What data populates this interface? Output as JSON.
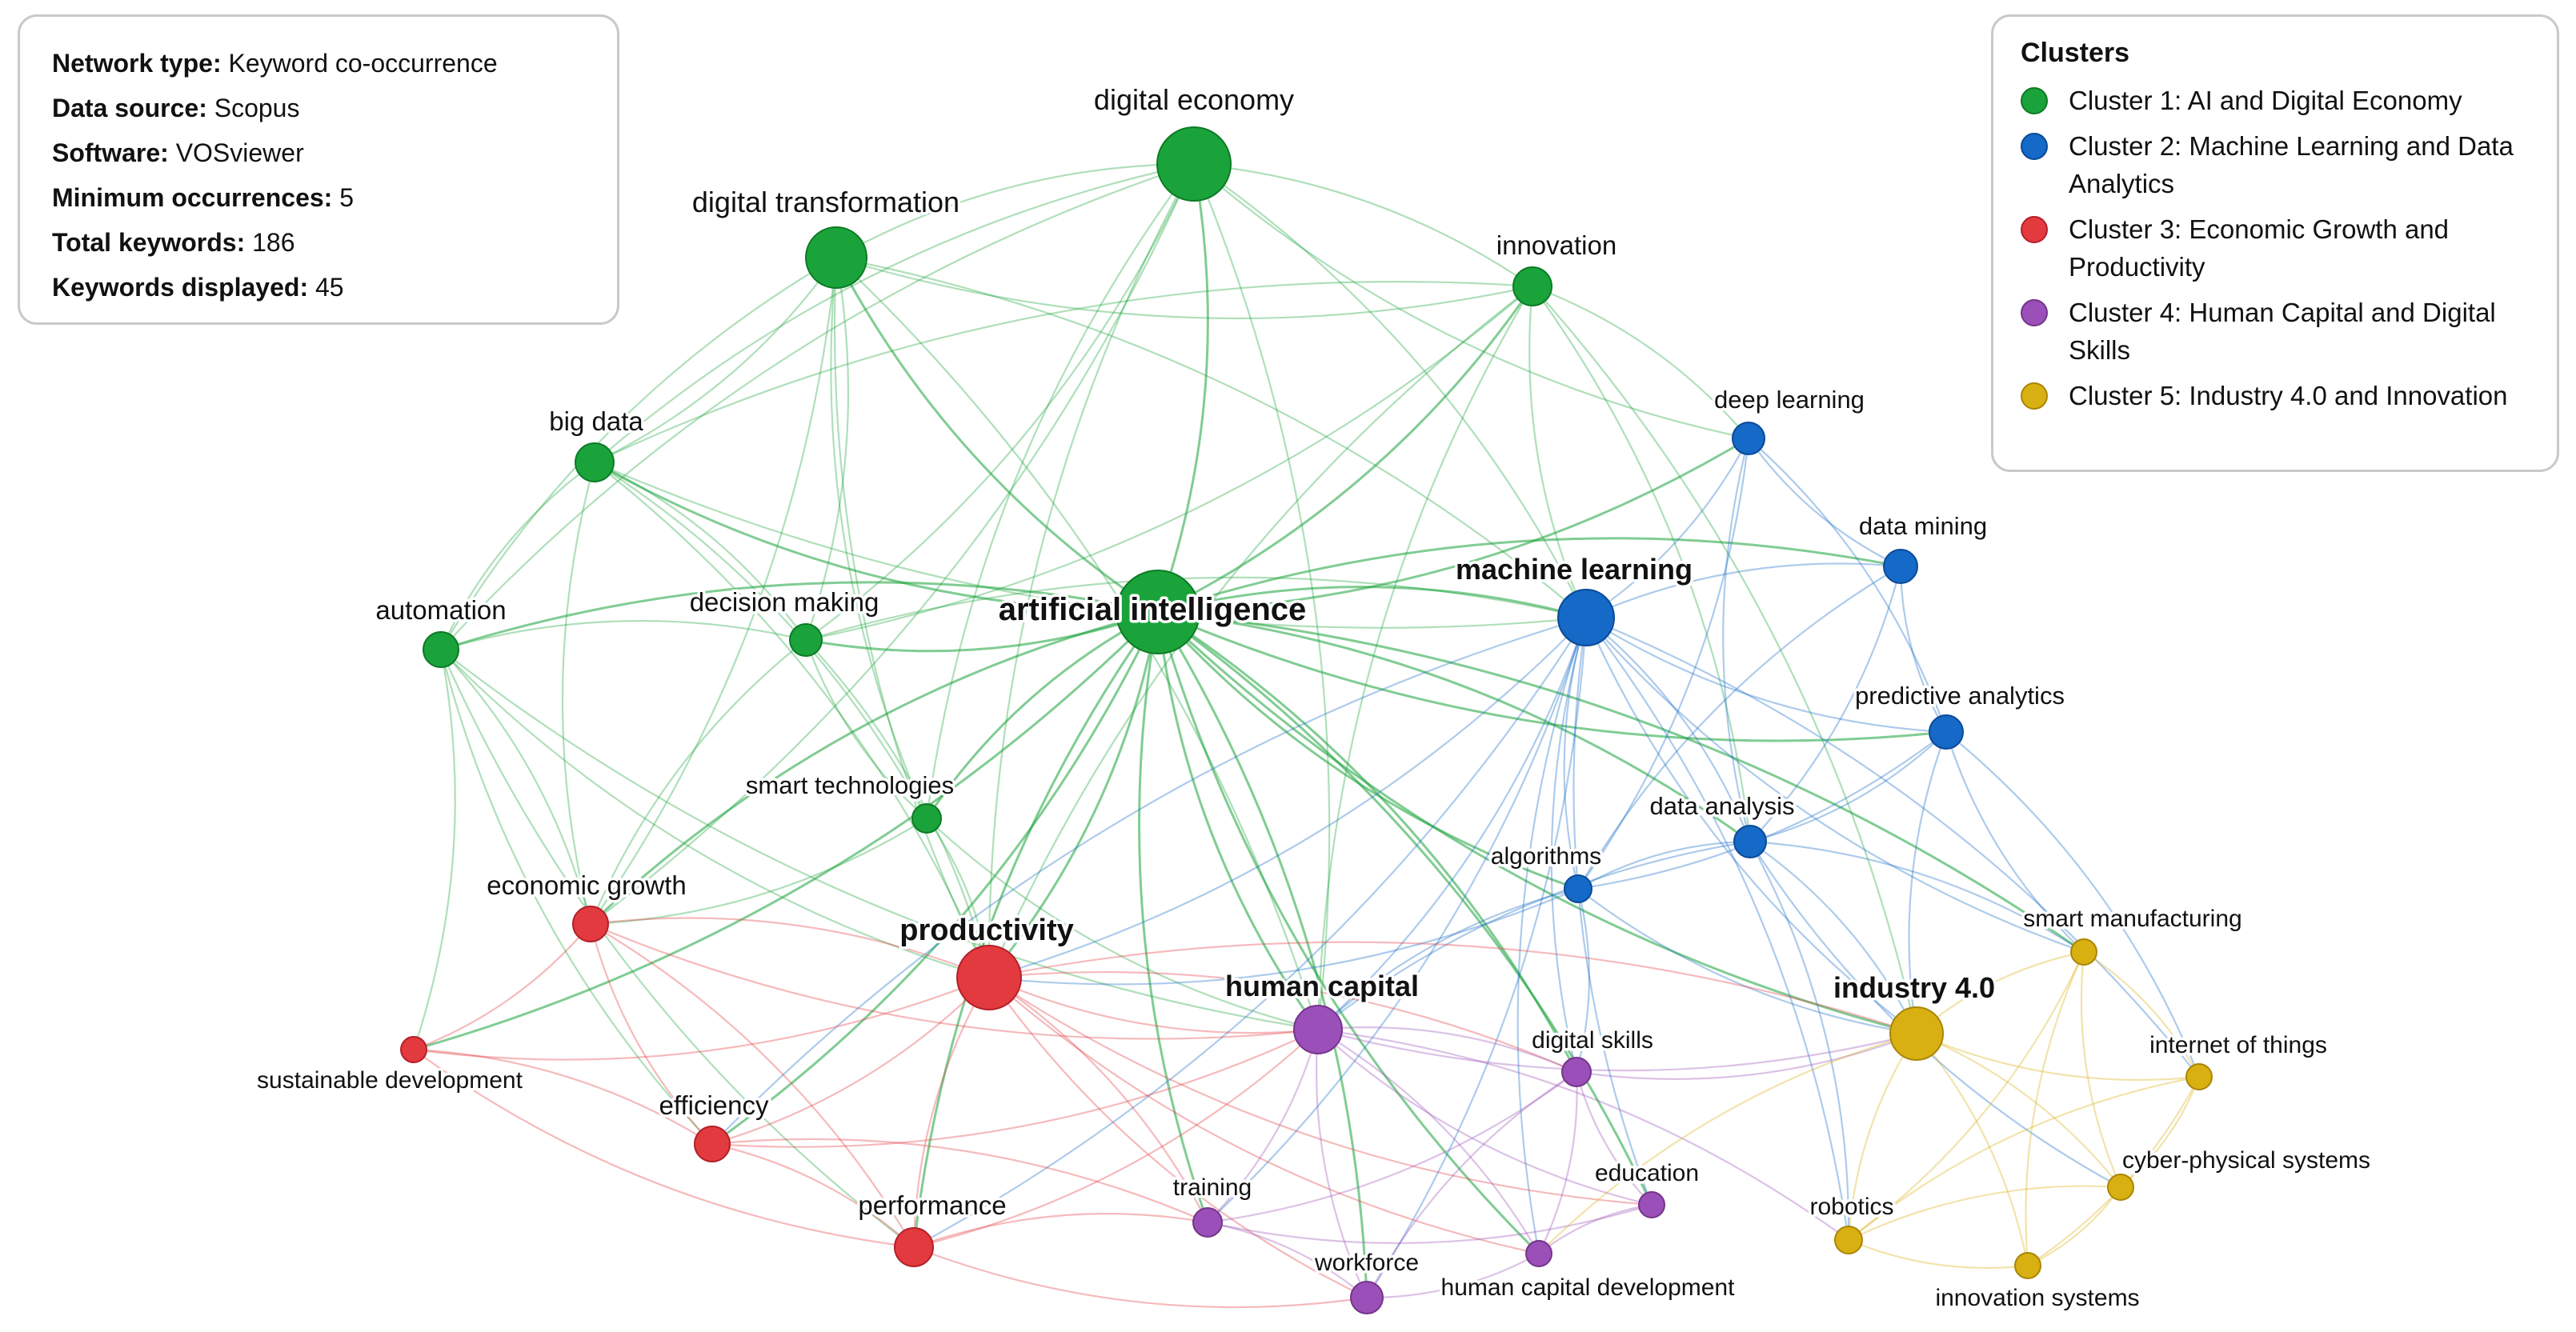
{
  "info": {
    "network_type_label": "Network type:",
    "network_type_value": "Keyword co-occurrence",
    "data_source_label": "Data source:",
    "data_source_value": "Scopus",
    "software_label": "Software:",
    "software_value": "VOSviewer",
    "min_occ_label": "Minimum occurrences:",
    "min_occ_value": "5",
    "total_keywords_label": "Total keywords:",
    "total_keywords_value": "186",
    "keywords_displayed_label": "Keywords displayed:",
    "keywords_displayed_value": "45"
  },
  "legend": {
    "title": "Clusters",
    "items": [
      {
        "text": "Cluster 1: AI and Digital Economy",
        "color": "#1aa33a",
        "edge": "#0d7a26"
      },
      {
        "text": "Cluster 2: Machine Learning and Data Analytics",
        "color": "#1569c7",
        "edge": "#0b4a96"
      },
      {
        "text": "Cluster 3: Economic Growth and Productivity",
        "color": "#e23a3e",
        "edge": "#b3202a"
      },
      {
        "text": "Cluster 4: Human Capital and Digital Skills",
        "color": "#9b4fb8",
        "edge": "#743589"
      },
      {
        "text": "Cluster 5: Industry 4.0 and Innovation",
        "color": "#d9b012",
        "edge": "#a88507"
      }
    ]
  },
  "network": {
    "nodes": [
      {
        "id": "ai",
        "label": "artificial intelligence",
        "cluster": 1,
        "bold": true
      },
      {
        "id": "de",
        "label": "digital economy",
        "cluster": 1
      },
      {
        "id": "dt",
        "label": "digital transformation",
        "cluster": 1
      },
      {
        "id": "inno",
        "label": "innovation",
        "cluster": 1
      },
      {
        "id": "bd",
        "label": "big data",
        "cluster": 1
      },
      {
        "id": "auto",
        "label": "automation",
        "cluster": 1
      },
      {
        "id": "dm",
        "label": "decision making",
        "cluster": 1
      },
      {
        "id": "st",
        "label": "smart technologies",
        "cluster": 1
      },
      {
        "id": "ml",
        "label": "machine learning",
        "cluster": 2,
        "bold": true
      },
      {
        "id": "dl",
        "label": "deep learning",
        "cluster": 2
      },
      {
        "id": "dmin",
        "label": "data mining",
        "cluster": 2
      },
      {
        "id": "pa",
        "label": "predictive analytics",
        "cluster": 2
      },
      {
        "id": "da",
        "label": "data analysis",
        "cluster": 2
      },
      {
        "id": "alg",
        "label": "algorithms",
        "cluster": 2
      },
      {
        "id": "prod",
        "label": "productivity",
        "cluster": 3,
        "bold": true
      },
      {
        "id": "eg",
        "label": "economic growth",
        "cluster": 3
      },
      {
        "id": "sd",
        "label": "sustainable development",
        "cluster": 3
      },
      {
        "id": "eff",
        "label": "efficiency",
        "cluster": 3
      },
      {
        "id": "perf",
        "label": "performance",
        "cluster": 3
      },
      {
        "id": "hc",
        "label": "human capital",
        "cluster": 4,
        "bold": true
      },
      {
        "id": "dsk",
        "label": "digital skills",
        "cluster": 4
      },
      {
        "id": "edu",
        "label": "education",
        "cluster": 4
      },
      {
        "id": "tr",
        "label": "training",
        "cluster": 4
      },
      {
        "id": "wf",
        "label": "workforce",
        "cluster": 4
      },
      {
        "id": "hcd",
        "label": "human capital development",
        "cluster": 4
      },
      {
        "id": "i40",
        "label": "industry 4.0",
        "cluster": 5,
        "bold": true
      },
      {
        "id": "sm",
        "label": "smart manufacturing",
        "cluster": 5
      },
      {
        "id": "iot",
        "label": "internet of things",
        "cluster": 5
      },
      {
        "id": "cps",
        "label": "cyber-physical systems",
        "cluster": 5
      },
      {
        "id": "rob",
        "label": "robotics",
        "cluster": 5
      },
      {
        "id": "is",
        "label": "innovation systems",
        "cluster": 5
      }
    ]
  }
}
